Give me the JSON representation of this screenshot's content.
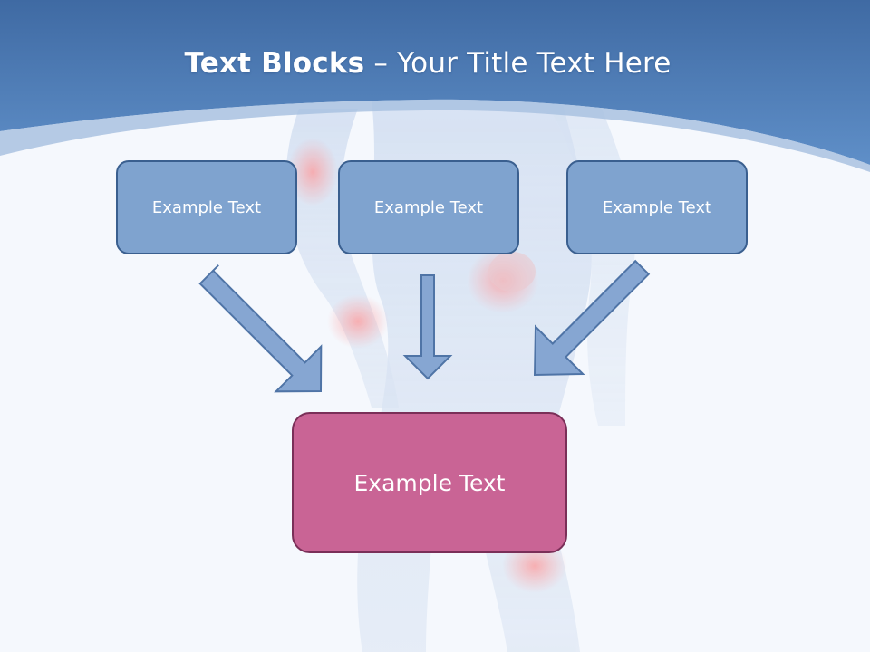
{
  "slide": {
    "title_bold": "Text Blocks",
    "title_separator": " – ",
    "title_rest": "Your Title Text Here"
  },
  "blocks": {
    "top": [
      "Example Text",
      "Example Text",
      "Example Text"
    ],
    "bottom": "Example Text"
  },
  "colors": {
    "header": "#4f7db8",
    "top_box_fill": "#7fa3cf",
    "top_box_border": "#3a5f8f",
    "bottom_box_fill": "#c96495",
    "bottom_box_border": "#7a2f58",
    "arrow_fill": "#86a6d2",
    "arrow_stroke": "#4f74a6"
  }
}
